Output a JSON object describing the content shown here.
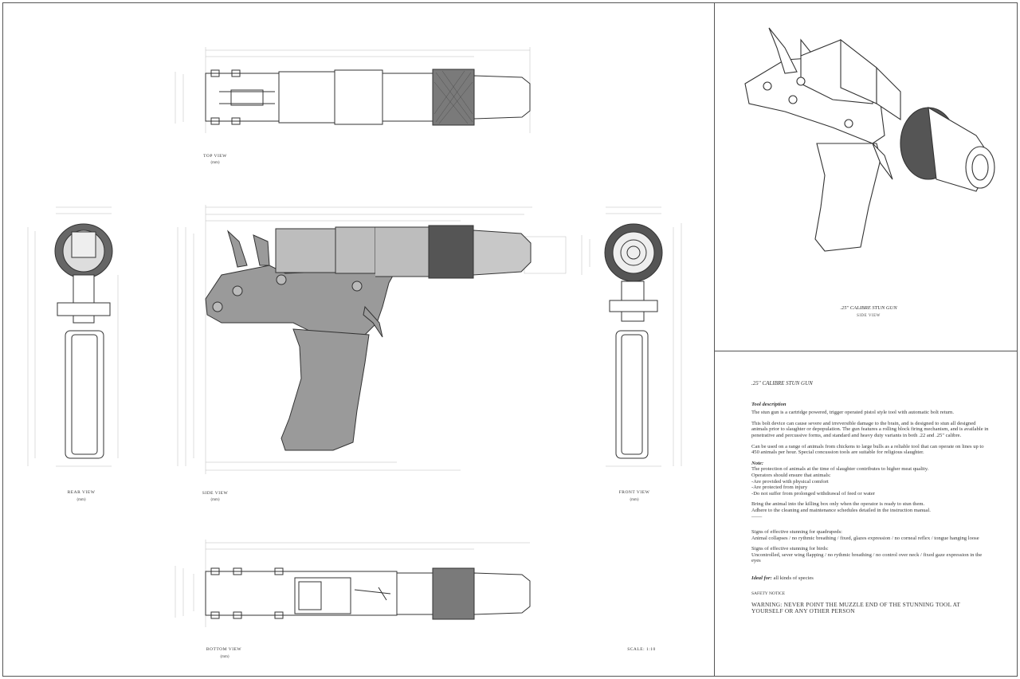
{
  "views": {
    "top": {
      "label": "TOP VIEW",
      "unit": "(mm)"
    },
    "rear": {
      "label": "REAR VIEW",
      "unit": "(mm)"
    },
    "side": {
      "label": "SIDE VIEW",
      "unit": "(mm)"
    },
    "front": {
      "label": "FRONT VIEW",
      "unit": "(mm)"
    },
    "bottom": {
      "label": "BOTTOM VIEW",
      "unit": "(mm)"
    },
    "scale": "SCALE: 1:10"
  },
  "iso": {
    "title": ".25\" CALIBRE STUN GUN",
    "subtitle": "SIDE VIEW"
  },
  "description": {
    "title": ".25\" CALIBRE STUN GUN",
    "tool_heading": "Tool description",
    "para1": "The stun gun is a cartridge powered, trigger operated pistol style tool with automatic bolt return.",
    "para2": "This bolt device can cause severe and irreversible damage to the brain, and is designed to stun all designed animals prior to slaughter or depopulation. The gun features a rolling block firing mechanism, and is available in penetrative and percussive forms, and standard and heavy duty variants in both .22 and .25\" calibre.",
    "para3": "Can be used on a range of animals from chickens to large bulls as a reliable tool that can operate on lines up to 450 animals per hour. Special concussion tools are suitable for religious slaughter.",
    "note_heading": "Note:",
    "note1": "The protection of animals at the time of slaughter contributes to higher meat quality.",
    "note2": "Operators should ensure that animals:",
    "note3": "-Are provided with physical comfort",
    "note4": "-Are protected from injury",
    "note5": "-Do not suffer from prolonged withdrawal of feed or water",
    "para4a": "Bring the animal into the killing box only when the operator is ready to stun them.",
    "para4b": "Adhere to the cleaning and maintenance schedules detailed in the instruction manual.",
    "sep": "——",
    "quad_heading": "Signs of effective stunning for quadrupeds:",
    "quad_text": "Animal collapses / no rythmic breathing / fixed, glazes expression / no corneal reflex / tongue hanging loose",
    "bird_heading": "Signs of effective stunning for birds:",
    "bird_text": "Uncontrolled, sever wing flapping / no rythmic breathing / no control over neck / fixed gaze expression in the eyes",
    "ideal_heading": "Ideal for:",
    "ideal_text": "all kinds of species",
    "safety_heading": "SAFETY NOTICE",
    "warning": "WARNING: NEVER POINT THE MUZZLE END OF THE STUNNING TOOL AT YOURSELF OR ANY OTHER PERSON"
  },
  "colors": {
    "line": "#333333",
    "fill": "#9a9a9a",
    "knurl": "#555555",
    "dim": "#b0b0b0"
  }
}
